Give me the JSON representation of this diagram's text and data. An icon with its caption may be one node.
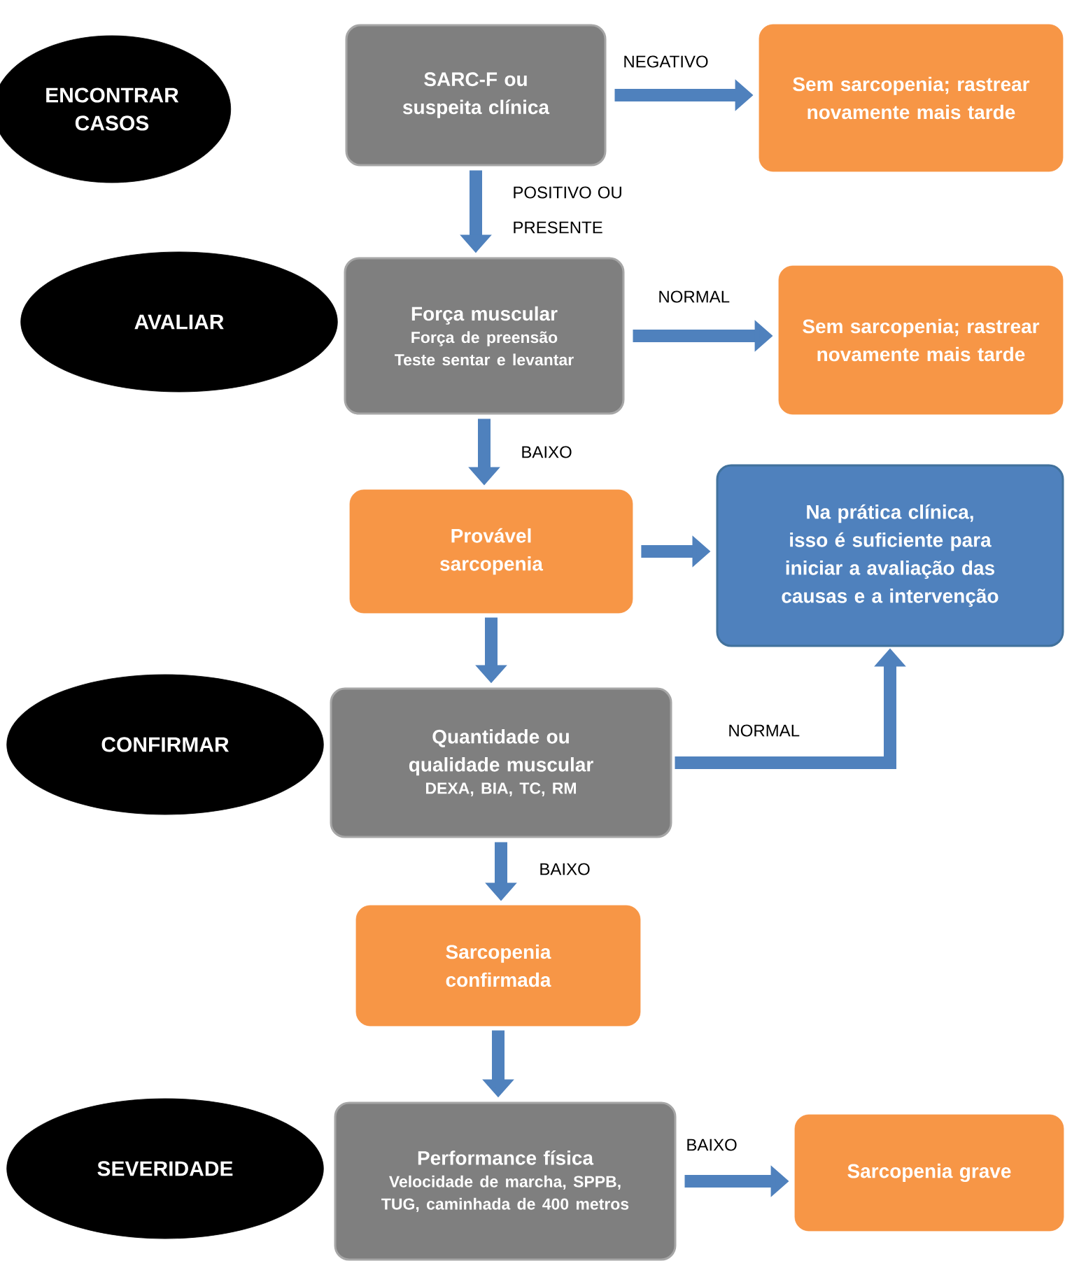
{
  "diagram": {
    "nodes": [
      {
        "text": [
          "ENCONTRAR CASOS"
        ]
      },
      {
        "text": [
          "SARC-F ou suspeita clínica"
        ]
      },
      {
        "text": [
          "Sem sarcopenia; rastrear novamente mais tarde"
        ]
      },
      {
        "text": [
          "AVALIAR"
        ]
      },
      {
        "text": [
          "Força muscular",
          "Força de preensão Teste sentar e levantar"
        ]
      },
      {
        "text": [
          "Sem sarcopenia; rastrear novamente mais tarde"
        ]
      },
      {
        "text": [
          "Provável sarcopenia"
        ]
      },
      {
        "text": [
          "Na prática clínica, isso é suficiente para iniciar a avaliação das causas e a intervenção"
        ]
      },
      {
        "text": [
          "CONFIRMAR"
        ]
      },
      {
        "text": [
          "Quantidade ou qualidade muscular",
          "DEXA, BIA, TC, RM"
        ]
      },
      {
        "text": [
          "Sarcopenia confirmada"
        ]
      },
      {
        "text": [
          "SEVERIDADE"
        ]
      },
      {
        "text": [
          "Performance física",
          "Velocidade de marcha, SPPB, TUG, caminhada de 400 metros"
        ]
      },
      {
        "text": [
          "Sarcopenia grave"
        ]
      }
    ],
    "edges": [
      {
        "from": 1,
        "to": 2,
        "arrow": "to",
        "label": "NEGATIVO"
      },
      {
        "from": 1,
        "to": 4,
        "arrow": "to",
        "label": "POSITIVO OU PRESENTE"
      },
      {
        "from": 4,
        "to": 5,
        "arrow": "to",
        "label": "NORMAL"
      },
      {
        "from": 4,
        "to": 6,
        "arrow": "to",
        "label": "BAIXO"
      },
      {
        "from": 6,
        "to": 7,
        "arrow": "to"
      },
      {
        "from": 6,
        "to": 9,
        "arrow": "to"
      },
      {
        "from": 9,
        "to": 7,
        "arrow": "to",
        "label": "NORMAL"
      },
      {
        "from": 9,
        "to": 10,
        "arrow": "to",
        "label": "BAIXO"
      },
      {
        "from": 10,
        "to": 12,
        "arrow": "to"
      },
      {
        "from": 12,
        "to": 13,
        "arrow": "to",
        "label": "BAIXO"
      }
    ]
  }
}
